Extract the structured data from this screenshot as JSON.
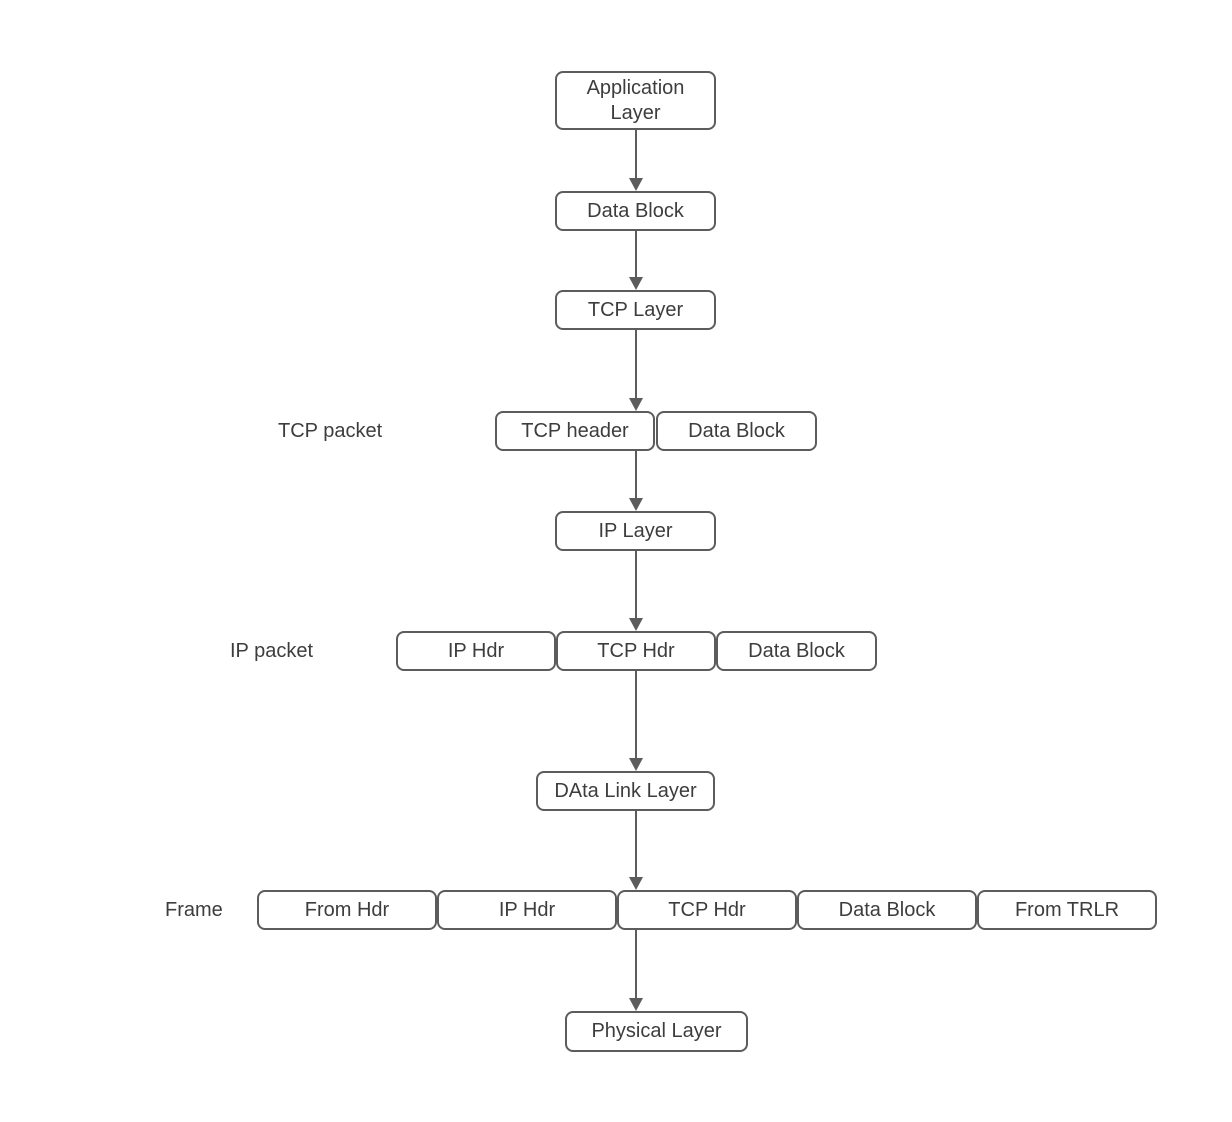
{
  "diagram": {
    "type": "flowchart",
    "description": "TCP/IP data encapsulation through network layers",
    "colors": {
      "box_border": "#5c5c5c",
      "box_fill": "#ffffff",
      "text": "#3d3d3d",
      "arrow": "#5c5c5c",
      "background": "#ffffff"
    },
    "nodes": {
      "application_layer": "Application Layer",
      "data_block_app": "Data Block",
      "tcp_layer": "TCP Layer",
      "tcp_header": "TCP header",
      "data_block_tcp": "Data Block",
      "ip_layer": "IP Layer",
      "ip_hdr": "IP Hdr",
      "tcp_hdr": "TCP Hdr",
      "data_block_ip": "Data Block",
      "data_link_layer": "DAta Link Layer",
      "from_hdr": "From Hdr",
      "ip_hdr_frame": "IP Hdr",
      "tcp_hdr_frame": "TCP Hdr",
      "data_block_frame": "Data Block",
      "from_trlr": "From TRLR",
      "physical_layer": "Physical Layer"
    },
    "row_labels": {
      "tcp_packet": "TCP packet",
      "ip_packet": "IP packet",
      "frame": "Frame"
    }
  }
}
